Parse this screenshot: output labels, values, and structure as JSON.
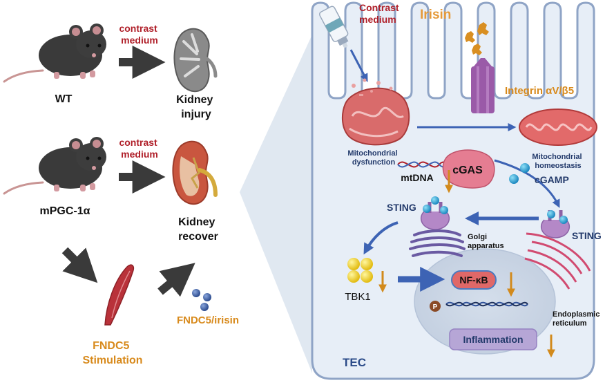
{
  "left": {
    "contrast_medium_1": [
      "contrast",
      "medium"
    ],
    "contrast_medium_2": [
      "contrast",
      "medium"
    ],
    "wt_label": "WT",
    "kidney_injury": [
      "Kidney",
      "injury"
    ],
    "mpgc_label": "mPGC-1α",
    "kidney_recover": [
      "Kidney",
      "recover"
    ],
    "fndc5_stimulation": [
      "FNDC5",
      "Stimulation"
    ],
    "fndc5_irisin": "FNDC5/irisin"
  },
  "cell": {
    "contrast_medium": [
      "Contrast",
      "medium"
    ],
    "irisin": "Irisin",
    "integrin": "Integrin αV/β5",
    "mito_dysfunction": [
      "Mitochondrial",
      "dysfunction"
    ],
    "mito_homeostasis": [
      "Mitochondrial",
      "homeostasis"
    ],
    "mtdna": "mtDNA",
    "cgas": "cGAS",
    "cgamp": "cGAMP",
    "sting_left": "STING",
    "sting_right": "STING",
    "golgi": [
      "Golgi",
      "apparatus"
    ],
    "tbk1": "TBK1",
    "p": "P",
    "nfkb": "NF-κB",
    "er": [
      "Endoplasmic",
      "reticulum"
    ],
    "inflammation": "Inflammation",
    "tec": "TEC"
  },
  "colors": {
    "red_text": "#b0202a",
    "orange_text": "#d88a1c",
    "navy_text": "#233a6b",
    "arrow_dark": "#3a3a3a",
    "arrow_blue": "#3d63b4",
    "arrow_orange": "#d28a1c",
    "cell_fill": "#e7eef7",
    "cell_stroke": "#8fa4c6"
  }
}
